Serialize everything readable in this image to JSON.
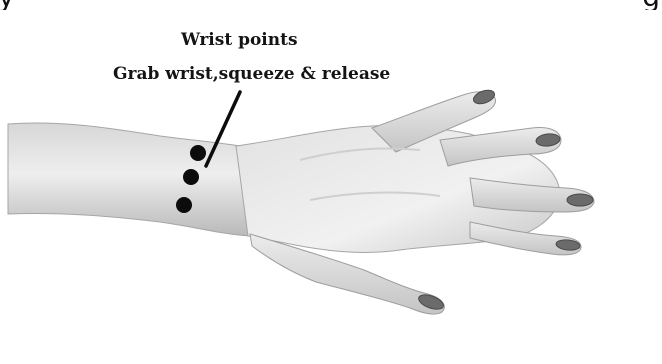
{
  "header_fragments": {
    "left": "y",
    "right": "g"
  },
  "diagram": {
    "title": "Wrist points",
    "instruction": "Grab wrist,squeeze & release",
    "subject_icon": "hand-illustration-icon",
    "point_count": 3,
    "colors": {
      "skin_light": "#e6e6e6",
      "skin_mid": "#c9c9c9",
      "skin_shadow": "#8f8f8f",
      "nail": "#6b6b6b",
      "point": "#0c0c0c",
      "text": "#141414"
    }
  }
}
